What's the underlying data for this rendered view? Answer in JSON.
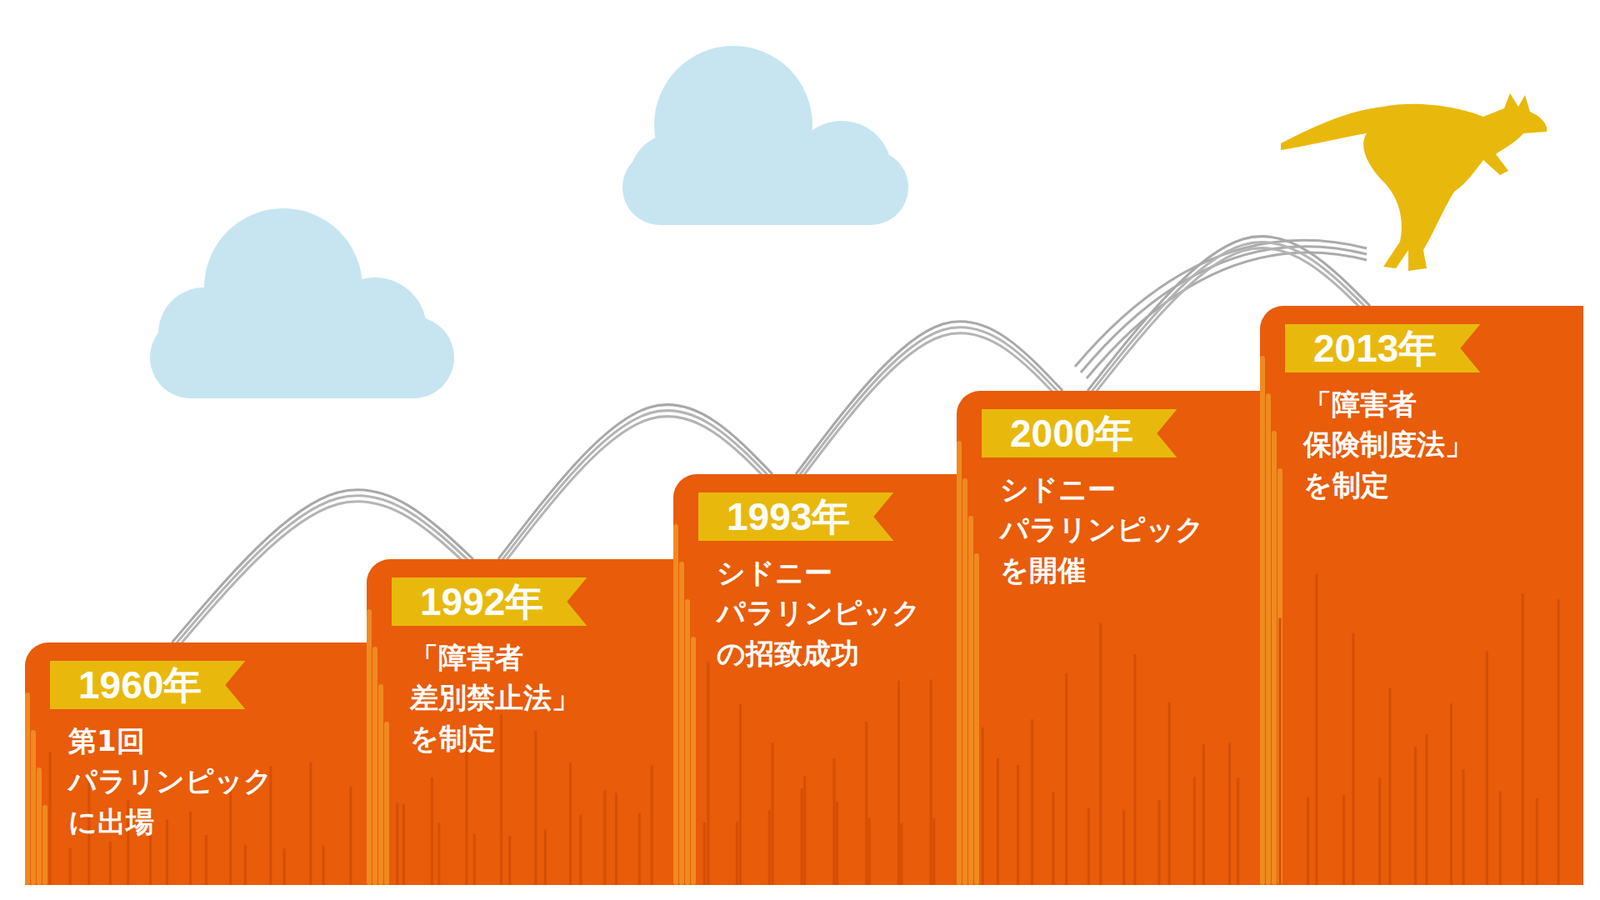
{
  "diagram": {
    "nodes": [
      {
        "text": [
          "1960年",
          "第1回 パラリンピック に出場"
        ]
      },
      {
        "text": [
          "1992年",
          "「障害者 差別禁止法」 を制定"
        ]
      },
      {
        "text": [
          "1993年",
          "シドニー パラリンピック の招致成功"
        ]
      },
      {
        "text": [
          "2000年",
          "シドニー パラリンピック を開催"
        ]
      },
      {
        "text": [
          "2013年",
          "「障害者 保険制度法」 を制定"
        ]
      }
    ],
    "edges": [
      {
        "from": 0,
        "to": 1,
        "arrow": "none"
      },
      {
        "from": 1,
        "to": 2,
        "arrow": "none"
      },
      {
        "from": 2,
        "to": 3,
        "arrow": "none"
      },
      {
        "from": 3,
        "to": 4,
        "arrow": "none"
      }
    ]
  }
}
